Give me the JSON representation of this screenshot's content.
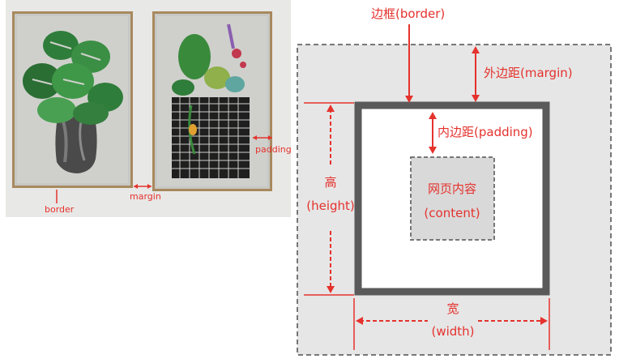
{
  "photo": {
    "labels": {
      "border": "border",
      "margin": "margin",
      "padding": "padding"
    }
  },
  "box_model": {
    "border_label": "边框(border)",
    "margin_label": "外边距(margin)",
    "padding_label": "内边距(padding)",
    "content_label": "网页内容",
    "content_label_en": "(content)",
    "height_label": "高",
    "height_label_en": "(height)",
    "width_label": "宽",
    "width_label_en": "(width)"
  },
  "colors": {
    "annotation_red": "#e5322d",
    "margin_area": "#e6e6e6",
    "border_box": "#5a5a5a",
    "content_box": "#d9d9d9",
    "dashed_outline": "#777777"
  }
}
